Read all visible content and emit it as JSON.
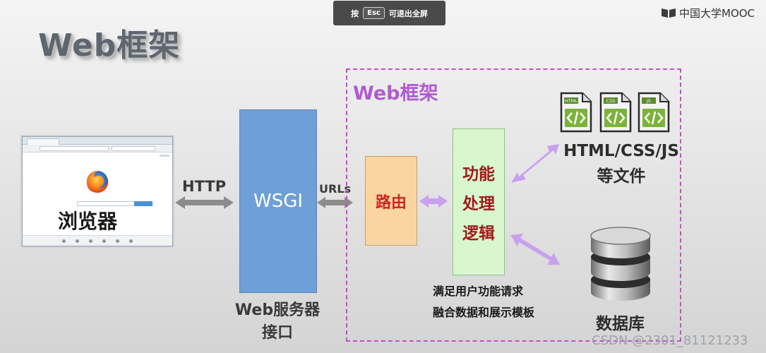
{
  "overlay": {
    "press": "按",
    "esc_key": "Esc",
    "exit_text": "可退出全屏"
  },
  "brand": {
    "name": "中国大学MOOC"
  },
  "title": "Web框架",
  "browser": {
    "label": "浏览器",
    "logo_icon": "firefox-icon"
  },
  "connections": {
    "http_label": "HTTP",
    "urls_label": "URLs"
  },
  "wsgi": {
    "label": "WSGI",
    "caption_line1": "Web服务器",
    "caption_line2": "接口"
  },
  "framework": {
    "title": "Web框架",
    "router": {
      "label": "路由"
    },
    "logic": {
      "line1": "功能",
      "line2": "处理",
      "line3": "逻辑"
    },
    "logic_caption": {
      "line1": "满足用户功能请求",
      "line2": "融合数据和展示模板"
    }
  },
  "files": {
    "icons": [
      {
        "tag": "HTML",
        "icon": "html-file-icon"
      },
      {
        "tag": "CSS",
        "icon": "css-file-icon"
      },
      {
        "tag": "JS",
        "icon": "js-file-icon"
      }
    ],
    "caption_line1": "HTML/CSS/JS",
    "caption_line2": "等文件"
  },
  "database": {
    "label": "数据库",
    "icon": "database-icon"
  },
  "watermark": "CSDN @2301_81121233",
  "colors": {
    "wsgi_box": "#6f9fd8",
    "router_box": "#fbd5a0",
    "logic_box": "#d9f7cf",
    "frame_border": "#c64fc6",
    "arrow_gray": "#8c8c8c",
    "arrow_purple": "#c9a0f0"
  }
}
